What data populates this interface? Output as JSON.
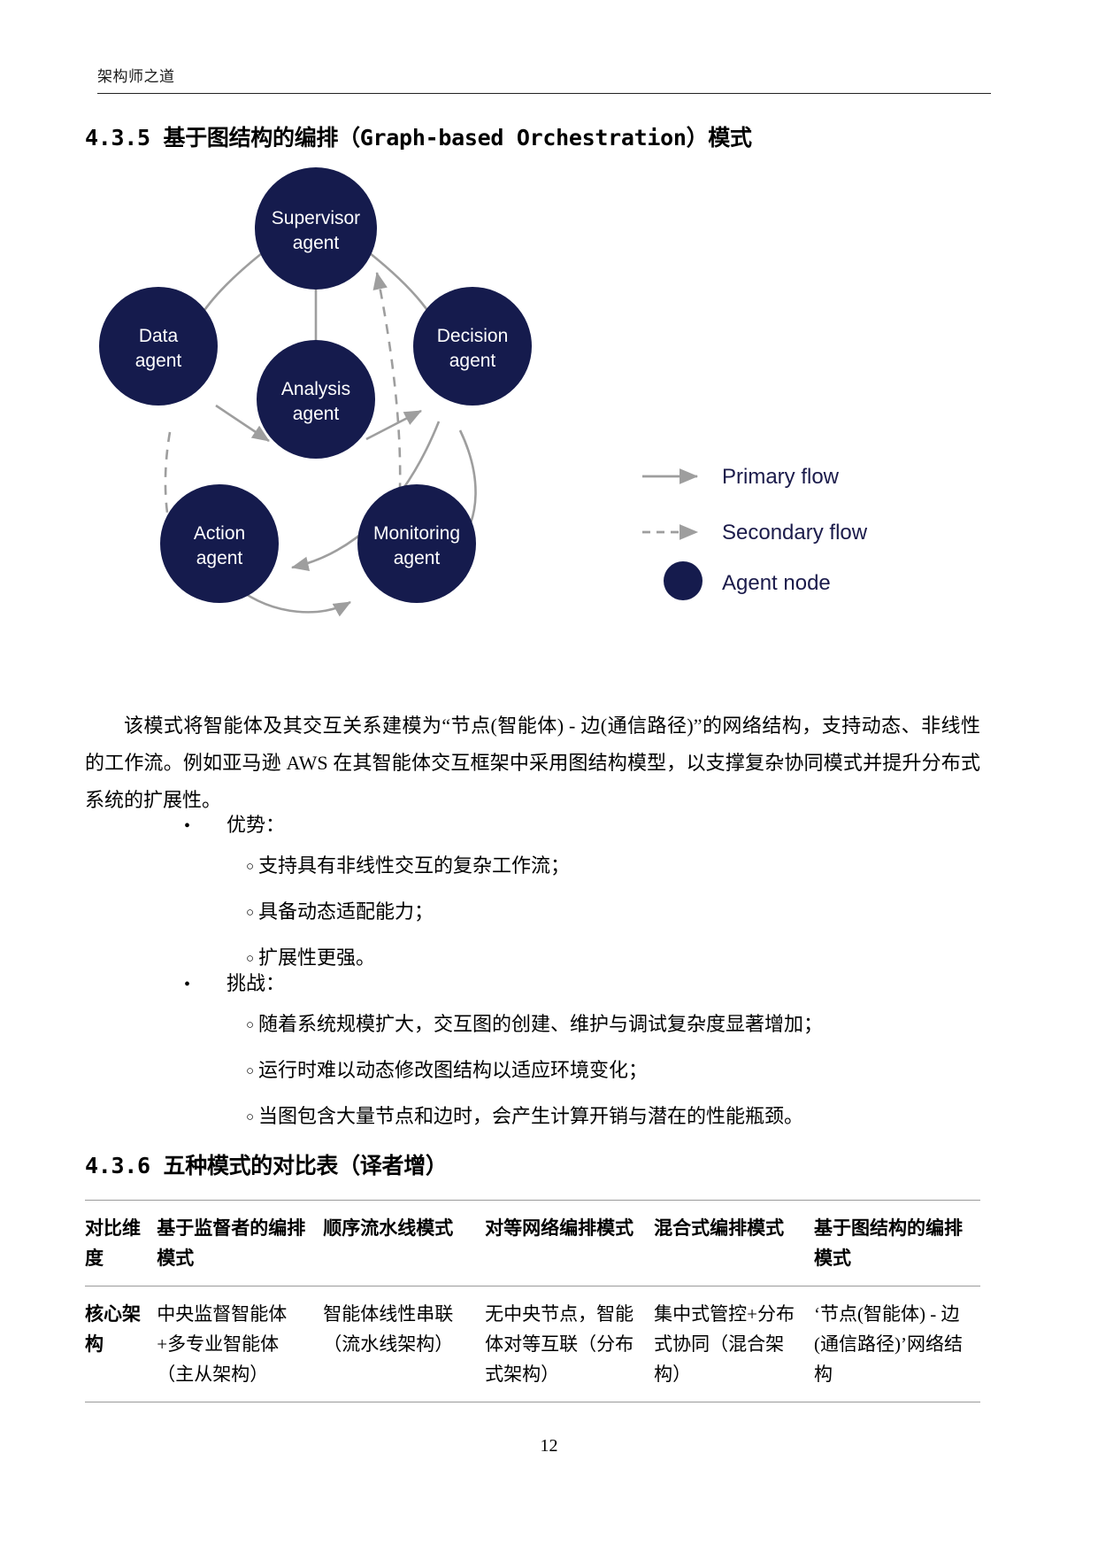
{
  "running_header": {
    "text": "架构师之道"
  },
  "headings": {
    "section_435": "4.3.5 基于图结构的编排（Graph-based Orchestration）模式",
    "section_436": "4.3.6 五种模式的对比表（译者增）"
  },
  "diagram": {
    "colors": {
      "node_fill": "#151b4d",
      "node_text": "#ffffff",
      "edge": "#9e9e9e",
      "legend_text": "#1b1b4b"
    },
    "nodes": [
      {
        "id": "supervisor",
        "line1": "Supervisor",
        "line2": "agent"
      },
      {
        "id": "data",
        "line1": "Data",
        "line2": "agent"
      },
      {
        "id": "decision",
        "line1": "Decision",
        "line2": "agent"
      },
      {
        "id": "analysis",
        "line1": "Analysis",
        "line2": "agent"
      },
      {
        "id": "action",
        "line1": "Action",
        "line2": "agent"
      },
      {
        "id": "monitoring",
        "line1": "Monitoring",
        "line2": "agent"
      }
    ],
    "legend": [
      {
        "id": "primary-flow",
        "label": "Primary flow",
        "style": "solid-arrow"
      },
      {
        "id": "secondary-flow",
        "label": "Secondary flow",
        "style": "dashed-arrow"
      },
      {
        "id": "agent-node",
        "label": "Agent node",
        "style": "filled-circle"
      }
    ]
  },
  "body": {
    "paragraph": "该模式将智能体及其交互关系建模为“节点(智能体) - 边(通信路径)”的网络结构，支持动态、非线性的工作流。例如亚马逊 AWS 在其智能体交互框架中采用图结构模型，以支撑复杂协同模式并提升分布式系统的扩展性。"
  },
  "lists": {
    "advantages": {
      "title": "优势：",
      "items": [
        "支持具有非线性交互的复杂工作流；",
        "具备动态适配能力；",
        "扩展性更强。"
      ]
    },
    "challenges": {
      "title": "挑战：",
      "items": [
        "随着系统规模扩大，交互图的创建、维护与调试复杂度显著增加；",
        "运行时难以动态修改图结构以适应环境变化；",
        "当图包含大量节点和边时，会产生计算开销与潜在的性能瓶颈。"
      ]
    }
  },
  "comparison_table": {
    "headers": [
      "对比维度",
      "基于监督者的编排模式",
      "顺序流水线模式",
      "对等网络编排模式",
      "混合式编排模式",
      "基于图结构的编排模式"
    ],
    "rows": [
      {
        "dimension": "核心架构",
        "cells": [
          "中央监督智能体+多专业智能体（主从架构）",
          "智能体线性串联（流水线架构）",
          "无中央节点，智能体对等互联（分布式架构）",
          "集中式管控+分布式协同（混合架构）",
          "‘节点(智能体) - 边(通信路径)’网络结构"
        ]
      }
    ]
  },
  "footer": {
    "page_number": "12"
  }
}
